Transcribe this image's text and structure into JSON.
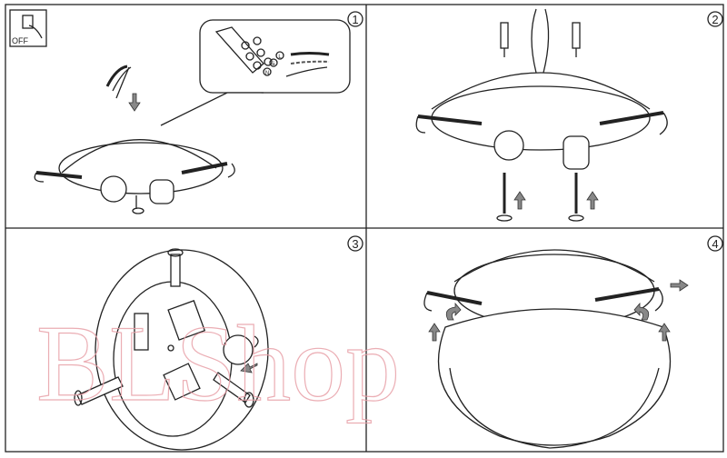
{
  "panels": [
    {
      "number": "1"
    },
    {
      "number": "2"
    },
    {
      "number": "3"
    },
    {
      "number": "4"
    }
  ],
  "switch_icon": {
    "label": "OFF"
  },
  "terminal_labels": {
    "neutral": "N",
    "earth": "⏚",
    "live": "L"
  },
  "watermark": "BLShop",
  "colors": {
    "line": "#222222",
    "arrow": "#888888",
    "watermark": "#e8a0a8"
  }
}
